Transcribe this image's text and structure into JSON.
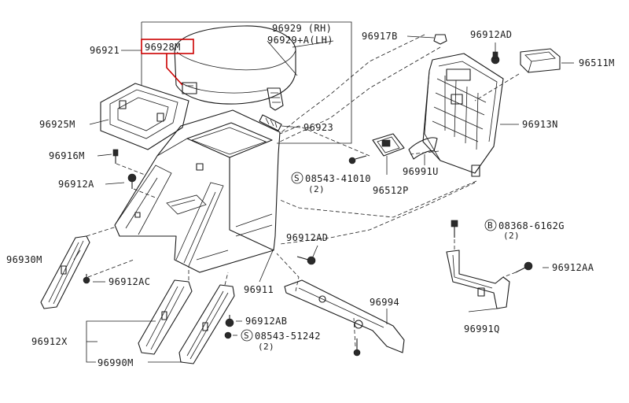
{
  "labels": {
    "96921": "96921",
    "96928M": "96928M",
    "96929_rh": "96929  (RH)",
    "96929_lh": "96929+A(LH)",
    "96917B": "96917B",
    "96912AD_top": "96912AD",
    "96511M": "96511M",
    "96925M": "96925M",
    "96923": "96923",
    "96913N": "96913N",
    "96916M": "96916M",
    "96912A": "96912A",
    "s08543_41010": "08543-41010",
    "s08543_41010_qty": "(2)",
    "96991U": "96991U",
    "96512P": "96512P",
    "b08368_6162G": "08368-6162G",
    "b08368_6162G_qty": "(2)",
    "96930M": "96930M",
    "96912AD_mid": "96912AD",
    "96912AC": "96912AC",
    "96911": "96911",
    "96912AA": "96912AA",
    "96994": "96994",
    "96912AB": "96912AB",
    "s08543_51242": "08543-51242",
    "s08543_51242_qty": "(2)",
    "96912X": "96912X",
    "96991Q": "96991Q",
    "96990M": "96990M",
    "s_symbol": "S",
    "b_symbol": "B"
  },
  "colors": {
    "line": "#1a1a1a",
    "highlight": "#cc0000",
    "background": "#ffffff"
  }
}
